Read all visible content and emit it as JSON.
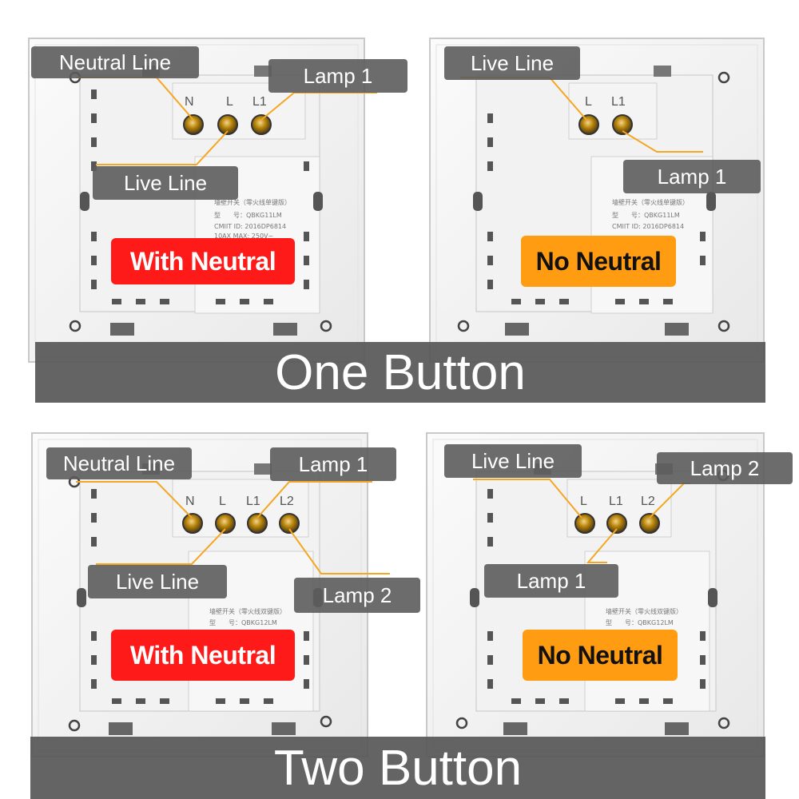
{
  "panels": [
    {
      "name": "one-button-with-neutral",
      "terminals": [
        "N",
        "L",
        "L1"
      ],
      "callouts": [
        "Neutral Line",
        "Lamp 1",
        "Live Line"
      ],
      "badge": "With Neutral",
      "badge_color": "#ff1a1a",
      "label_text": [
        "墙壁开关（零火线单键版）",
        "型　　号：QBKG11LM",
        "CMIIT ID: 2016DP6814",
        "10AX   MAX:   250V~"
      ]
    },
    {
      "name": "one-button-no-neutral",
      "terminals": [
        "L",
        "L1"
      ],
      "callouts": [
        "Live Line",
        "Lamp 1"
      ],
      "badge": "No Neutral",
      "badge_color": "#ff9c12",
      "label_text": [
        "墙壁开关（零火线单键版）",
        "型　　号：QBKG11LM",
        "CMIIT ID: 2016DP6814"
      ]
    },
    {
      "name": "two-button-with-neutral",
      "terminals": [
        "N",
        "L",
        "L1",
        "L2"
      ],
      "callouts": [
        "Neutral Line",
        "Lamp 1",
        "Live Line",
        "Lamp 2"
      ],
      "badge": "With Neutral",
      "badge_color": "#ff1a1a",
      "label_text": [
        "墙壁开关（零火线双键版）",
        "型　　号：QBKG12LM"
      ]
    },
    {
      "name": "two-button-no-neutral",
      "terminals": [
        "L",
        "L1",
        "L2"
      ],
      "callouts": [
        "Live Line",
        "Lamp 2",
        "Lamp 1"
      ],
      "badge": "No Neutral",
      "badge_color": "#ff9c12",
      "label_text": [
        "墙壁开关（零火线双键版）",
        "型　　号：QBKG12LM"
      ]
    }
  ],
  "banners": {
    "one_button": "One Button",
    "two_button": "Two Button"
  },
  "colors": {
    "callout_bg": "#5c5c5c",
    "leader_line": "#f5a623",
    "banner_bg": "#585858"
  }
}
